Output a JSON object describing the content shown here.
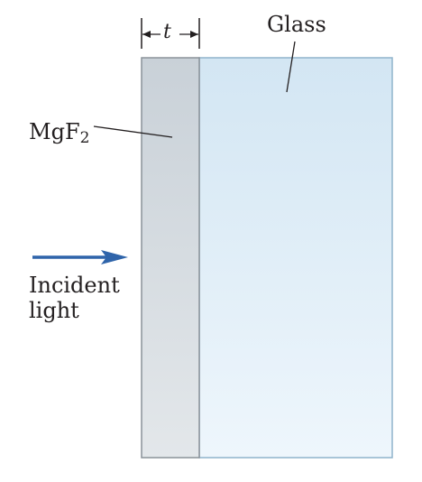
{
  "labels": {
    "glass": "Glass",
    "mgf2": "MgF",
    "mgf2_subscript": "2",
    "incident_line1": "Incident",
    "incident_line2": "light",
    "thickness": "t"
  },
  "colors": {
    "glass_top": "#d3e6f3",
    "glass_bottom": "#eef6fc",
    "glass_edge": "#8fb4cc",
    "coating_top": "#c9d1d8",
    "coating_bottom": "#e3e7ea",
    "coating_edge": "#8a9299",
    "arrow": "#2f64aa",
    "leader": "#231f20"
  }
}
